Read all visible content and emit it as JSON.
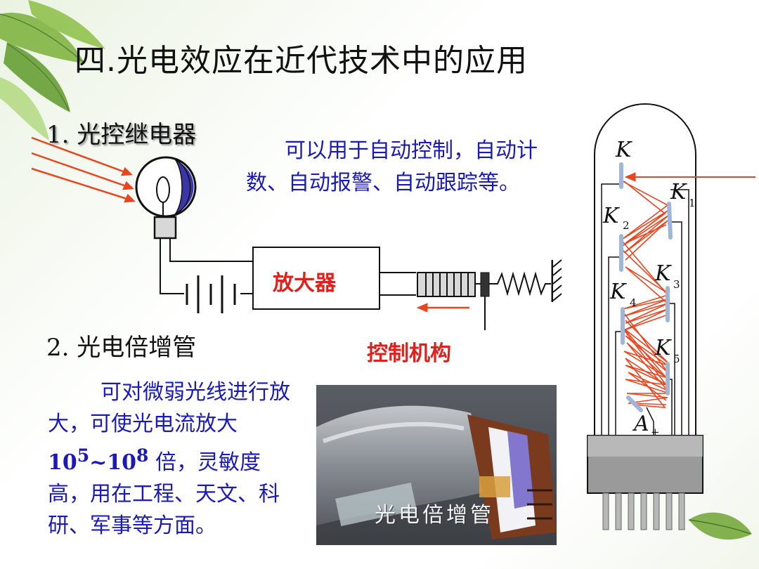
{
  "slide": {
    "title": "四.光电效应在近代技术中的应用"
  },
  "section1": {
    "heading": "1. 光控继电器",
    "description": "可以用于自动控制，自动计数、自动报警、自动跟踪等。",
    "amplifier_label": "放大器",
    "control_label": "控制机构"
  },
  "section2": {
    "heading": "2. 光电倍增管",
    "desc_part1": "可对微弱光线进行放大，可使光电流放大",
    "desc_base1": "10",
    "desc_exp1": "5",
    "desc_sep": "~",
    "desc_base2": "10",
    "desc_exp2": "8",
    "desc_part2": " 倍，灵敏度高，用在工程、天文、科研、军事等方面。",
    "photo_caption": "光电倍增管"
  },
  "tube": {
    "labels": [
      {
        "main": "K",
        "sub": ""
      },
      {
        "main": "K",
        "sub": "1"
      },
      {
        "main": "K",
        "sub": "2"
      },
      {
        "main": "K",
        "sub": "3"
      },
      {
        "main": "K",
        "sub": "4"
      },
      {
        "main": "K",
        "sub": "5"
      },
      {
        "main": "A",
        "sub": "+"
      }
    ]
  },
  "colors": {
    "text_blue": "#1a1ab8",
    "label_red": "#e0201a",
    "ray_orange": "#e8461e",
    "electrode_blue": "#9fb6d8"
  }
}
